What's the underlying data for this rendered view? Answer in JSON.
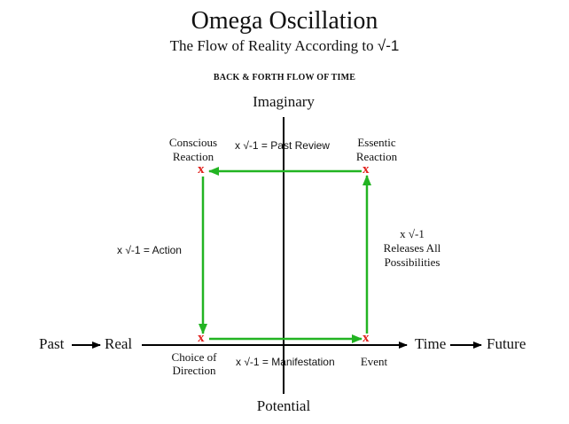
{
  "header": {
    "title": "Omega Oscillation",
    "subtitle_prefix": "The Flow of Reality According to ",
    "subtitle_symbol": "√-1",
    "section_label": "BACK & FORTH FLOW OF TIME"
  },
  "axes": {
    "top": "Imaginary",
    "bottom": "Potential",
    "left_real": "Real",
    "right_time": "Time",
    "past": "Past",
    "future": "Future"
  },
  "corners": {
    "top_left": [
      "Conscious",
      "Reaction"
    ],
    "top_right": [
      "Essentic",
      "Reaction"
    ],
    "bottom_left": [
      "Choice of",
      "Direction"
    ],
    "bottom_right": "Event"
  },
  "transitions": {
    "top": "x √-1 = Past Review",
    "left": "x √-1 = Action",
    "bottom": "x √-1 = Manifestation",
    "right": [
      "x √-1",
      "Releases All",
      "Possibilities"
    ]
  },
  "marker_glyph": "x",
  "colors": {
    "arrow_green": "#22b422",
    "marker_red": "#e0201c",
    "axis_black": "#000000"
  }
}
